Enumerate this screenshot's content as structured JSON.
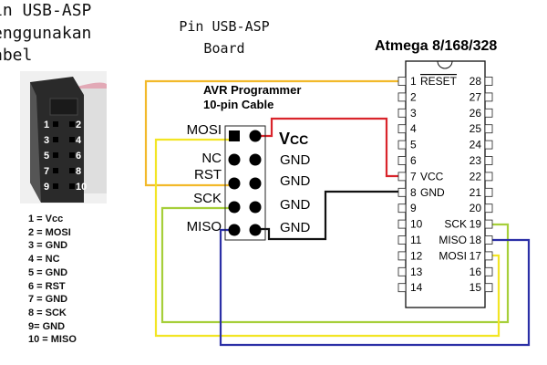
{
  "side_caption": [
    "in USB-ASP",
    "enggunakan",
    "abel"
  ],
  "title": [
    "Pin USB-ASP",
    "Board"
  ],
  "connector_photo_pins": [
    "1",
    "2",
    "3",
    "4",
    "5",
    "6",
    "7",
    "8",
    "9",
    "10"
  ],
  "legend": [
    "1 = Vcc",
    "2 = MOSI",
    "3 = GND",
    "4 = NC",
    "5 = GND",
    "6 = RST",
    "7 = GND",
    "8 = SCK",
    "9= GND",
    "10 = MISO"
  ],
  "programmer": {
    "title": [
      "AVR Programmer",
      "10-pin Cable"
    ],
    "left_labels": [
      "MOSI",
      "NC",
      "RST",
      "SCK",
      "MISO"
    ],
    "vcc_label": "V",
    "vcc_sub": "CC",
    "right_labels": [
      "GND",
      "GND",
      "GND",
      "GND"
    ]
  },
  "chip": {
    "title": "Atmega 8/168/328",
    "left_pins": [
      "1",
      "2",
      "3",
      "4",
      "5",
      "6",
      "7",
      "8",
      "9",
      "10",
      "11",
      "12",
      "13",
      "14"
    ],
    "left_names": [
      "RESET",
      "",
      "",
      "",
      "",
      "",
      "VCC",
      "GND",
      "",
      "",
      "",
      "",
      "",
      ""
    ],
    "right_pins": [
      "28",
      "27",
      "26",
      "25",
      "24",
      "23",
      "22",
      "21",
      "20",
      "19",
      "18",
      "17",
      "16",
      "15"
    ],
    "right_names": [
      "",
      "",
      "",
      "",
      "",
      "",
      "",
      "",
      "",
      "SCK",
      "MISO",
      "MOSI",
      "",
      ""
    ]
  },
  "wire_colors": {
    "reset": "#f2b92a",
    "vcc": "#d9242b",
    "gnd": "#111111",
    "sck": "#a6cf3a",
    "mosi": "#f2e524",
    "miso": "#2b2fa6"
  }
}
